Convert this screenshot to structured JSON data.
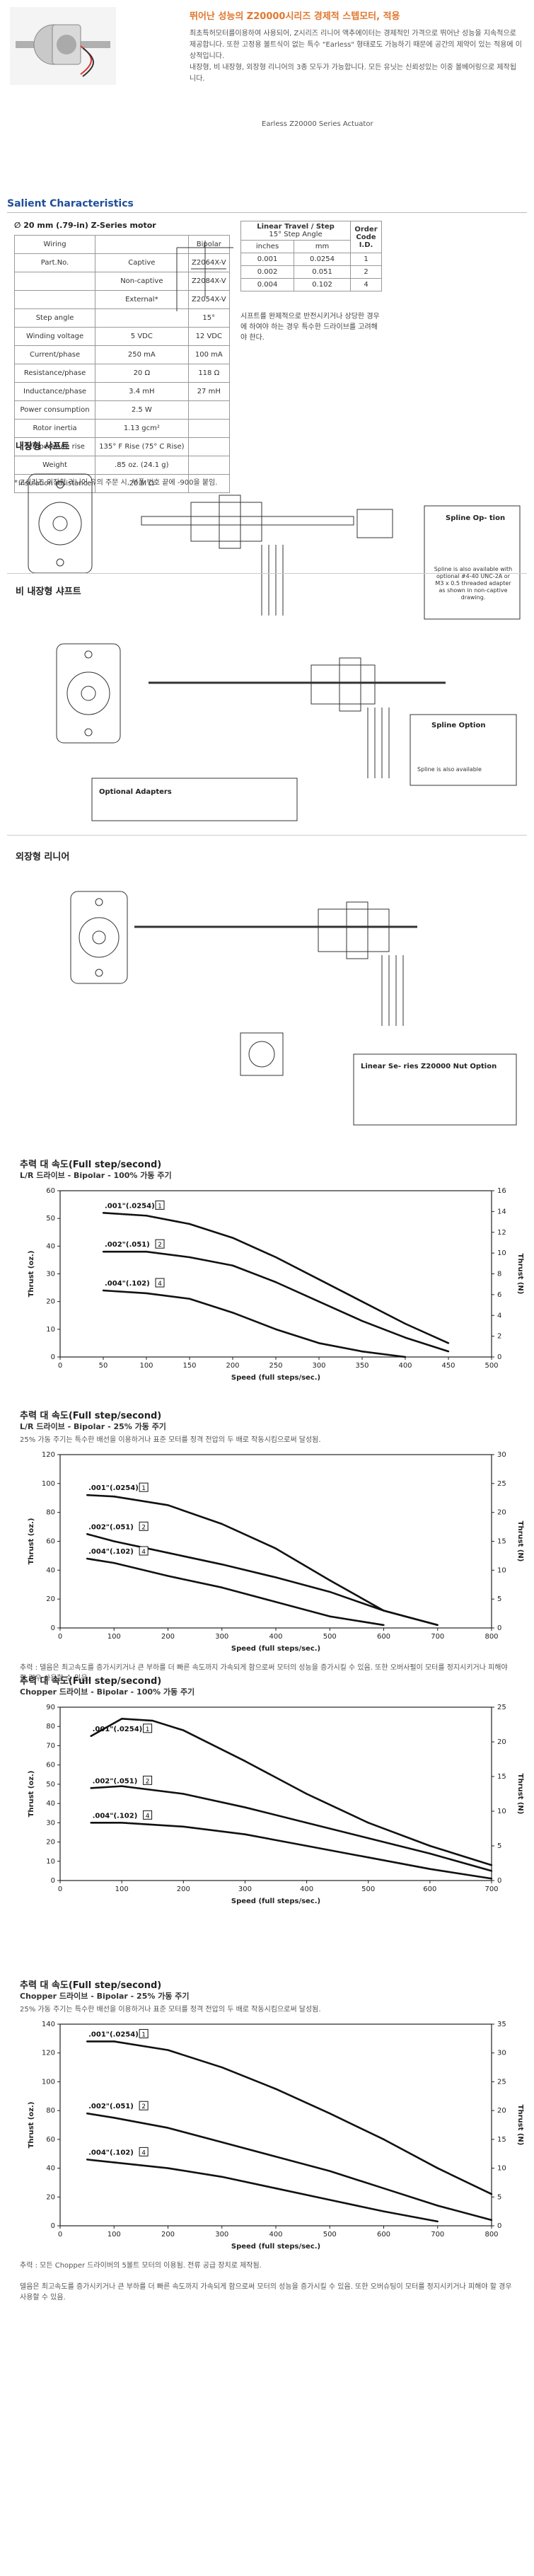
{
  "header": {
    "title": "뛰어난 성능의 Z20000시리즈 경제적 스텝모터, 적용",
    "body": "최초특허모터를이용하여 사용되어, Z시리즈 리니어 액추에이터는 경제적인 가격으로 뛰어난 성능을 지속적으로 제공합니다. 또한 고정용 볼트식이 없는 특수 \"Earless\" 형태로도 가능하기 때문에 공간의 제약이 있는 적용에 이상적입니다.",
    "body2": "내장형, 비 내장형, 외장형 리니어의 3종 모두가 가능합니다. 모든 유닛는 신뢰성있는 이중 볼베어링으로 제작됩니다.",
    "photo_caption": "Earless Z20000 Series Actuator"
  },
  "salient": {
    "section_title": "Salient Characteristics",
    "spec_title": "∅ 20 mm (.79-in) Z-Series motor",
    "spec_rows": [
      [
        "Wiring",
        "",
        "Bipolar"
      ],
      [
        "Part.No.",
        "Captive",
        "Z2064X-V"
      ],
      [
        "",
        "Non-captive",
        "Z2084X-V"
      ],
      [
        "",
        "External*",
        "Z2054X-V"
      ],
      [
        "Step angle",
        "",
        "15°"
      ],
      [
        "Winding voltage",
        "5 VDC",
        "12 VDC"
      ],
      [
        "Current/phase",
        "250 mA",
        "100 mA"
      ],
      [
        "Resistance/phase",
        "20 Ω",
        "118 Ω"
      ],
      [
        "Inductance/phase",
        "3.4 mH",
        "27 mH"
      ],
      [
        "Power consumption",
        "2.5 W",
        ""
      ],
      [
        "Rotor inertia",
        "1.13 gcm²",
        ""
      ],
      [
        "Temperature rise",
        "135° F Rise (75° C Rise)",
        ""
      ],
      [
        "Weight",
        ".85 oz. (24.1 g)",
        ""
      ],
      [
        "Insulation resistance",
        "20 M Ω",
        ""
      ]
    ],
    "spec_note": "* Z시리즈 외장형 리니어 유의 주문 시, 부품 번호 끝에 -900을 붙임.",
    "lt_title": "Linear Travel / Step",
    "lt_sub": "15° Step Angle",
    "lt_order": "Order Code I.D.",
    "lt_head": [
      "inches",
      "mm"
    ],
    "lt_rows": [
      [
        "0.001",
        "0.0254",
        "1"
      ],
      [
        "0.002",
        "0.051",
        "2"
      ],
      [
        "0.004",
        "0.102",
        "4"
      ]
    ],
    "lt_note": "시프트를 완제적으로 반전시키거나 상당한 경우에 하여야 하는 경우 특수한 드라이브를 고려해야 한다."
  },
  "drawings": {
    "captive": "내장형 샤프트",
    "noncaptive": "비 내장형 샤프트",
    "external": "외장형 리니어",
    "spline1": "Spline Op- tion",
    "spline1_text": "Spline is also available with optional #4-40 UNC-2A or M3 x 0.5 threaded adapter as shown in non-captive drawing.",
    "spline2": "Spline Option",
    "spline2_text": "Spline is also available",
    "optional": "Optional Adapters",
    "nut": "Linear Se- ries Z20000 Nut Option"
  },
  "charts": [
    {
      "title": "추력 대 속도(Full step/second)",
      "sub": "L/R 드라이브 - Bipolar - 100% 가동 주기",
      "note": ""
    },
    {
      "title": "추력 대 속도(Full step/second)",
      "sub": "L/R 드라이브 - Bipolar - 25% 가동 주기",
      "note": "25% 가동 주기는 특수한 배선을 이용하거나 표준 모터를 정격 전압의 두 배로 작동시킴으로써 달성됨.",
      "note2": "추력 : 델음은 최고속도를 증가시키거나 큰 부하를 더 빠른 속도까지 가속되게 함으로써 모터의 성능을 증가시킬 수 있음. 또한 오버사펄이 모터를 정지시키거나 피해야 할 경우 사용할 수 있음."
    },
    {
      "title": "추력 대 속도(Full step/second)",
      "sub": "Chopper 드라이브 - Bipolar - 100% 가동 주기",
      "note": ""
    },
    {
      "title": "추력 대 속도(Full step/second)",
      "sub": "Chopper 드라이브 - Bipolar - 25% 가동 주기",
      "note": "25% 가동 주기는 특수한 배선을 이용하거나 표준 모터를 정격 전압의 두 배로 작동시킴으로써 달성됨.",
      "note2": "추력 : 모든 Chopper 드라이버의 5볼트 모터의 이용됨. 전류 공급 장치로 제작됨.",
      "note3": "델음은 최고속도를 증가시키거나 큰 부하를 더 빠른 속도까지 가속되게 함으로써 모터의 성능을 증가시킬 수 있음. 또한 오버슈팅이 모터를 정지시키거나 피해야 할 경우 사용할 수 있음."
    }
  ],
  "chart_data": [
    {
      "type": "line",
      "xlabel": "Speed (full steps/sec.)",
      "ylabel": "Thrust (oz.)",
      "y2label": "Thrust (N)",
      "xlim": [
        0,
        500
      ],
      "ylim": [
        0,
        60
      ],
      "y2lim": [
        0,
        16
      ],
      "xticks": [
        0,
        50,
        100,
        150,
        200,
        250,
        300,
        350,
        400,
        450,
        500
      ],
      "yticks": [
        0,
        10,
        20,
        30,
        40,
        50,
        60
      ],
      "y2ticks": [
        0,
        2,
        4,
        6,
        8,
        10,
        12,
        14,
        16
      ],
      "series": [
        {
          "name": ".001\"(.0254)",
          "code": "1",
          "x": [
            50,
            100,
            150,
            200,
            250,
            300,
            350,
            400,
            450
          ],
          "y": [
            52,
            51,
            48,
            43,
            36,
            28,
            20,
            12,
            5
          ]
        },
        {
          "name": ".002\"(.051)",
          "code": "2",
          "x": [
            50,
            100,
            150,
            200,
            250,
            300,
            350,
            400,
            450
          ],
          "y": [
            38,
            38,
            36,
            33,
            27,
            20,
            13,
            7,
            2
          ]
        },
        {
          "name": ".004\"(.102)",
          "code": "4",
          "x": [
            50,
            100,
            150,
            200,
            250,
            300,
            350,
            400
          ],
          "y": [
            24,
            23,
            21,
            16,
            10,
            5,
            2,
            0
          ]
        }
      ]
    },
    {
      "type": "line",
      "xlabel": "Speed (full steps/sec.)",
      "ylabel": "Thrust (oz.)",
      "y2label": "Thrust (N)",
      "xlim": [
        0,
        800
      ],
      "ylim": [
        0,
        120
      ],
      "y2lim": [
        0,
        30
      ],
      "xticks": [
        0,
        100,
        200,
        300,
        400,
        500,
        600,
        700,
        800
      ],
      "yticks": [
        0,
        20,
        40,
        60,
        80,
        100,
        120
      ],
      "y2ticks": [
        0,
        5,
        10,
        15,
        20,
        25,
        30
      ],
      "series": [
        {
          "name": ".001\"(.0254)",
          "code": "1",
          "x": [
            50,
            100,
            200,
            300,
            400,
            500,
            600,
            700
          ],
          "y": [
            92,
            91,
            85,
            72,
            55,
            33,
            12,
            2
          ]
        },
        {
          "name": ".002\"(.051)",
          "code": "2",
          "x": [
            50,
            100,
            200,
            300,
            400,
            500,
            600,
            700
          ],
          "y": [
            65,
            60,
            52,
            44,
            35,
            25,
            12,
            2
          ]
        },
        {
          "name": ".004\"(.102)",
          "code": "4",
          "x": [
            50,
            100,
            200,
            300,
            400,
            500,
            600
          ],
          "y": [
            48,
            45,
            36,
            28,
            18,
            8,
            2
          ]
        }
      ]
    },
    {
      "type": "line",
      "xlabel": "Speed (full steps/sec.)",
      "ylabel": "Thrust (oz.)",
      "y2label": "Thrust (N)",
      "xlim": [
        0,
        700
      ],
      "ylim": [
        0,
        90
      ],
      "y2lim": [
        0,
        25
      ],
      "xticks": [
        0,
        100,
        200,
        300,
        400,
        500,
        600,
        700
      ],
      "yticks": [
        0,
        10,
        20,
        30,
        40,
        50,
        60,
        70,
        80,
        90
      ],
      "y2ticks": [
        0,
        5,
        10,
        15,
        20,
        25
      ],
      "series": [
        {
          "name": ".001\"(.0254)",
          "code": "1",
          "x": [
            50,
            100,
            150,
            200,
            300,
            400,
            500,
            600,
            700
          ],
          "y": [
            75,
            84,
            83,
            78,
            62,
            45,
            30,
            18,
            8
          ]
        },
        {
          "name": ".002\"(.051)",
          "code": "2",
          "x": [
            50,
            100,
            200,
            300,
            400,
            500,
            600,
            700
          ],
          "y": [
            48,
            49,
            45,
            38,
            30,
            22,
            14,
            5
          ]
        },
        {
          "name": ".004\"(.102)",
          "code": "4",
          "x": [
            50,
            100,
            200,
            300,
            400,
            500,
            600,
            700
          ],
          "y": [
            30,
            30,
            28,
            24,
            18,
            12,
            6,
            1
          ]
        }
      ]
    },
    {
      "type": "line",
      "xlabel": "Speed (full steps/sec.)",
      "ylabel": "Thrust (oz.)",
      "y2label": "Thrust (N)",
      "xlim": [
        0,
        800
      ],
      "ylim": [
        0,
        140
      ],
      "y2lim": [
        0,
        35
      ],
      "xticks": [
        0,
        100,
        200,
        300,
        400,
        500,
        600,
        700,
        800
      ],
      "yticks": [
        0,
        20,
        40,
        60,
        80,
        100,
        120,
        140
      ],
      "y2ticks": [
        0,
        5,
        10,
        15,
        20,
        25,
        30,
        35
      ],
      "series": [
        {
          "name": ".001\"(.0254)",
          "code": "1",
          "x": [
            50,
            100,
            200,
            300,
            400,
            500,
            600,
            700,
            800
          ],
          "y": [
            128,
            128,
            122,
            110,
            95,
            78,
            60,
            40,
            22
          ]
        },
        {
          "name": ".002\"(.051)",
          "code": "2",
          "x": [
            50,
            100,
            200,
            300,
            400,
            500,
            600,
            700,
            800
          ],
          "y": [
            78,
            75,
            68,
            58,
            48,
            38,
            26,
            14,
            4
          ]
        },
        {
          "name": ".004\"(.102)",
          "code": "4",
          "x": [
            50,
            100,
            200,
            300,
            400,
            500,
            600,
            700
          ],
          "y": [
            46,
            44,
            40,
            34,
            26,
            18,
            10,
            3
          ]
        }
      ]
    }
  ]
}
